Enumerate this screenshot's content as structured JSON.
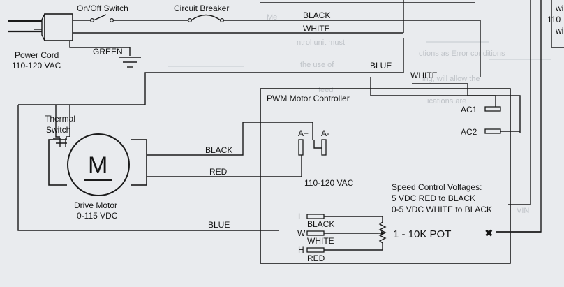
{
  "labels": {
    "switch": "On/Off Switch",
    "breaker": "Circuit Breaker",
    "cord": [
      "Power Cord",
      "110-120 VAC"
    ],
    "green": "GREEN",
    "black_top": "BLACK",
    "white_top": "WHITE",
    "blue_top": "BLUE",
    "white_right": "WHITE",
    "thermal": [
      "Thermal",
      "Switch"
    ],
    "motor_letter": "M",
    "motor": [
      "Drive Motor",
      "0-115 VDC"
    ],
    "black_mid": "BLACK",
    "red_mid": "RED",
    "blue_bottom": "BLUE",
    "pwm": "PWM Motor Controller",
    "a_plus": "A+",
    "a_minus": "A-",
    "ac1": "AC1",
    "ac2": "AC2",
    "vac": "110-120 VAC",
    "speed": [
      "Speed Control Voltages:",
      "5 VDC RED to BLACK",
      "0-5 VDC WHITE to BLACK"
    ],
    "l": "L",
    "w": "W",
    "h": "H",
    "black_lead": "BLACK",
    "white_lead": "WHITE",
    "red_lead": "RED",
    "pot": "1 - 10K POT",
    "cross": "✖",
    "right_edge": [
      "wi",
      "110",
      "wi"
    ]
  }
}
